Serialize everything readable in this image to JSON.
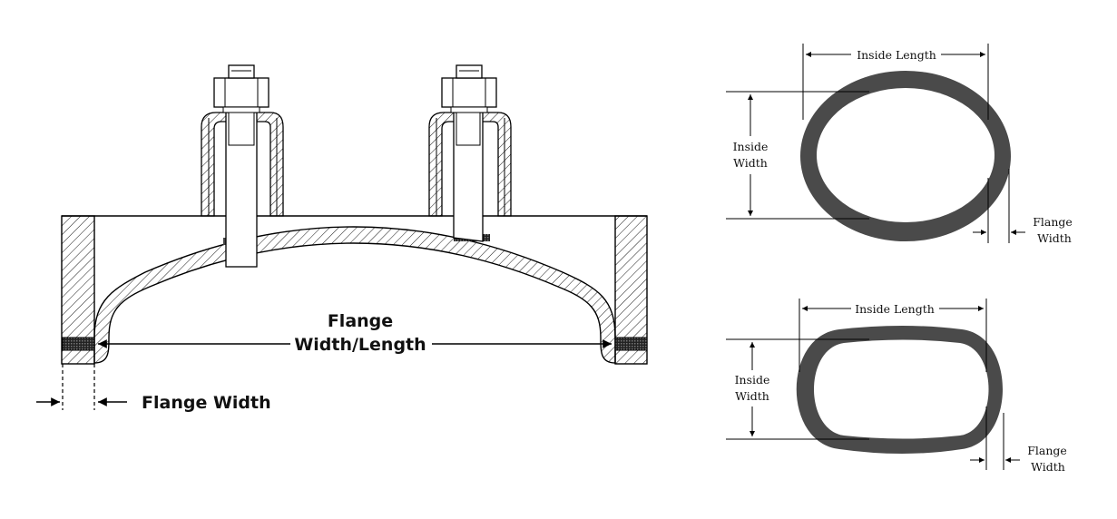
{
  "cover_diagram": {
    "label_flange_line1": "Flange",
    "label_flange_line2": "Width/Length",
    "label_flange_width": "Flange Width"
  },
  "oval_gasket": {
    "label_inside_length": "Inside Length",
    "label_inside_line1": "Inside",
    "label_inside_line2": "Width",
    "label_flange_line1": "Flange",
    "label_flange_line2": "Width"
  },
  "obround_gasket": {
    "label_inside_length": "Inside Length",
    "label_inside_line1": "Inside",
    "label_inside_line2": "Width",
    "label_flange_line1": "Flange",
    "label_flange_line2": "Width"
  },
  "colors": {
    "gasket": "#4a4a4a",
    "line": "#000000"
  }
}
